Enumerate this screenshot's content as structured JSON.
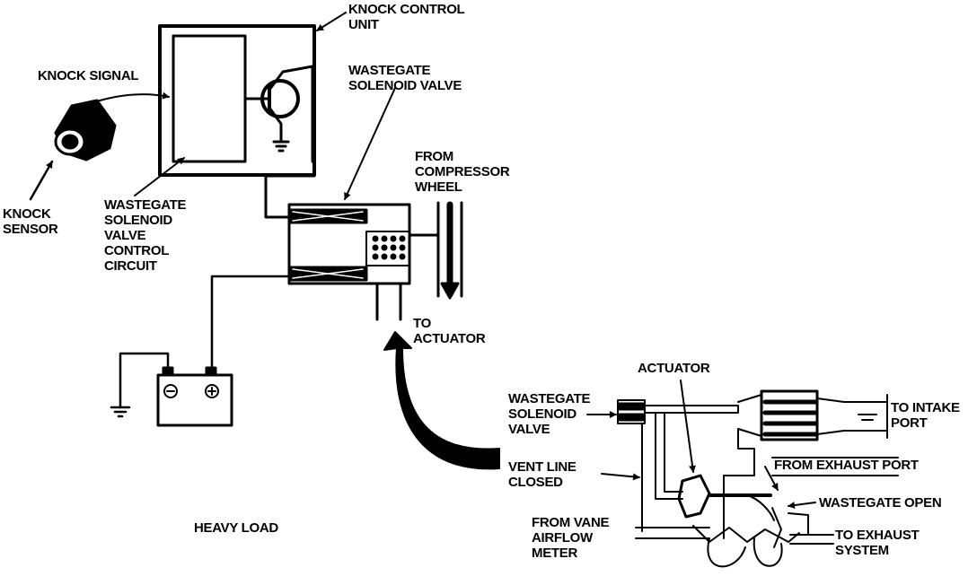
{
  "labels": {
    "knock_control_unit": [
      "KNOCK CONTROL",
      "UNIT"
    ],
    "knock_signal": "KNOCK SIGNAL",
    "wastegate_solenoid_valve_top": [
      "WASTEGATE",
      "SOLENOID VALVE"
    ],
    "from_compressor_wheel": [
      "FROM",
      "COMPRESSOR",
      "WHEEL"
    ],
    "knock_sensor": [
      "KNOCK",
      "SENSOR"
    ],
    "control_circuit": [
      "WASTEGATE",
      "SOLENOID",
      "VALVE",
      "CONTROL",
      "CIRCUIT"
    ],
    "to_actuator": [
      "TO",
      "ACTUATOR"
    ],
    "heavy_load": "HEAVY LOAD",
    "actuator": "ACTUATOR",
    "wastegate_solenoid_valve_bottom": [
      "WASTEGATE",
      "SOLENOID",
      "VALVE"
    ],
    "to_intake_port": [
      "TO INTAKE",
      "PORT"
    ],
    "from_exhaust_port": "FROM EXHAUST PORT",
    "vent_line_closed": [
      "VENT LINE",
      "CLOSED"
    ],
    "wastegate_open": "WASTEGATE OPEN",
    "from_vane_airflow_meter": [
      "FROM VANE",
      "AIRFLOW",
      "METER"
    ],
    "to_exhaust_system": [
      "TO EXHAUST",
      "SYSTEM"
    ]
  }
}
